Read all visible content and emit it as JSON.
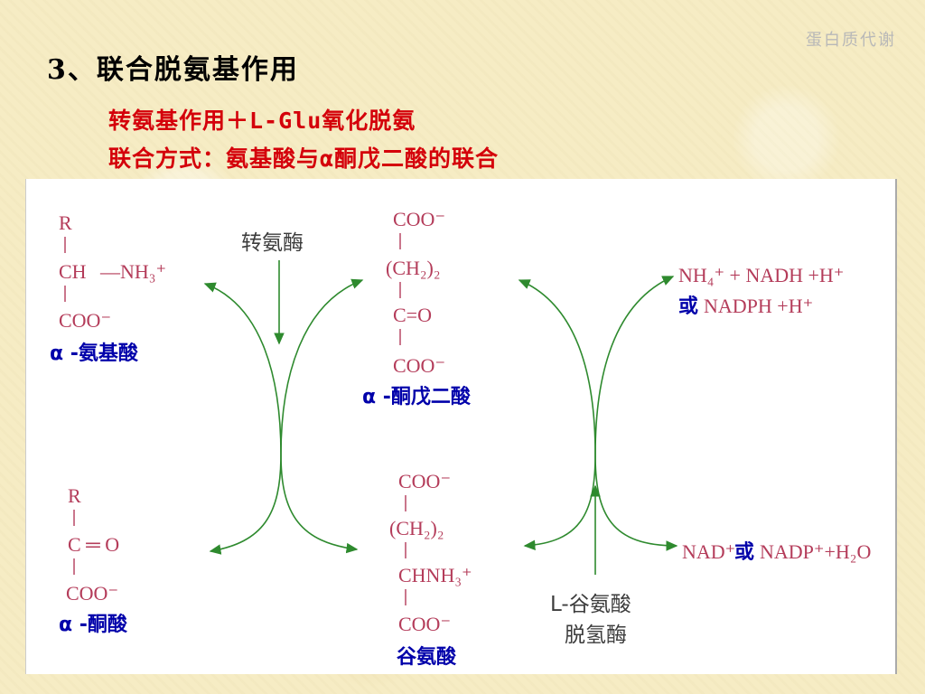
{
  "header": {
    "corner_label": "蛋白质代谢",
    "title": "3、联合脱氨基作用"
  },
  "notes": {
    "line1": "转氨基作用＋L-Glu氧化脱氨",
    "line2": "联合方式：氨基酸与α酮戊二酸的联合"
  },
  "diagram": {
    "amino_acid": {
      "r": "R",
      "ch": "CH",
      "nh3": "—NH₃⁺",
      "coo": "COO⁻",
      "label": "α -氨基酸"
    },
    "keto_acid": {
      "r": "R",
      "c_o": "C ═ O",
      "coo": "COO⁻",
      "label": "α -酮酸"
    },
    "alpha_kg": {
      "coo_top": "COO⁻",
      "ch2": "(CH₂)₂",
      "c_o": "C=O",
      "coo_bottom": "COO⁻",
      "label": "α -酮戊二酸"
    },
    "glutamate": {
      "coo_top": "COO⁻",
      "ch2": "(CH₂)₂",
      "chnh3": "CHNH₃⁺",
      "coo_bottom": "COO⁻",
      "label": "谷氨酸"
    },
    "enzyme1": "转氨酶",
    "enzyme2_line1": "L-谷氨酸",
    "enzyme2_line2": "脱氢酶",
    "products": {
      "line1": "NH₄⁺  + NADH  +H⁺",
      "line2_prefix": "或",
      "line2": "NADPH   +H⁺"
    },
    "cofactors": {
      "nad": "NAD⁺",
      "or": "或",
      "rest": "NADP⁺+H₂O"
    }
  },
  "colors": {
    "red_text": "#d4000a",
    "formula": "#b43c5a",
    "label_blue": "#0000aa",
    "arrow_green": "#2e8a2e"
  }
}
